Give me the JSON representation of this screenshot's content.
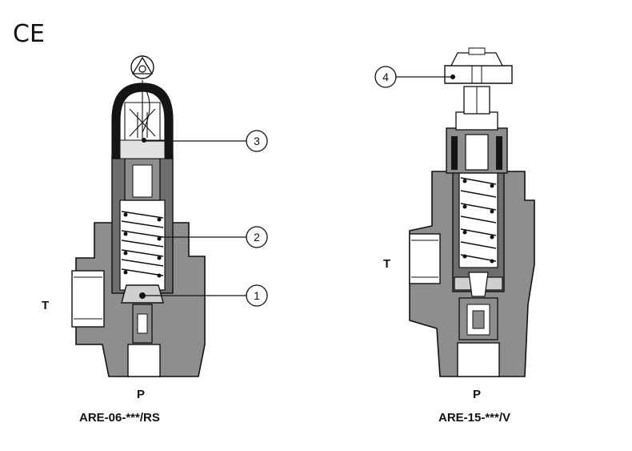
{
  "mark": {
    "text": "CE"
  },
  "valve_left": {
    "model": "ARE-06-***/RS",
    "port_side": "T",
    "port_bottom": "P",
    "callouts": [
      "1",
      "2",
      "3"
    ]
  },
  "valve_right": {
    "model": "ARE-15-***/V",
    "port_side": "T",
    "port_bottom": "P",
    "callouts": [
      "4"
    ]
  },
  "colors": {
    "body": "#8e8e8e",
    "body_dark": "#5c5c5c",
    "cap": "#151515",
    "line": "#111111"
  }
}
